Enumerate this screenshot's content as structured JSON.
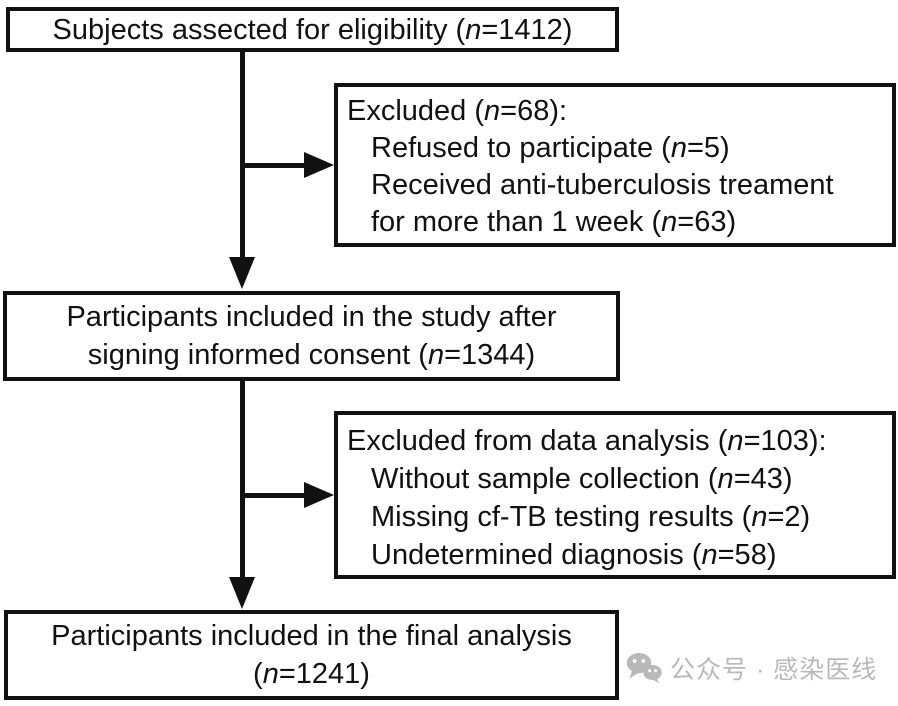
{
  "page": {
    "background_color": "#ffffff",
    "line_color": "#111111"
  },
  "flowchart": {
    "boxes": [
      {
        "name": "eligibility",
        "align": "center",
        "lines": [
          "Subjects assected for eligibility (n=1412)"
        ]
      },
      {
        "name": "excluded-screening",
        "align": "left",
        "lines": [
          "Excluded (n=68):",
          " Refused to participate (n=5)",
          " Received anti-tuberculosis treament",
          " for more than 1 week (n=63)"
        ]
      },
      {
        "name": "consent",
        "align": "center",
        "lines": [
          "Participants included in the study after",
          "signing informed consent (n=1344)"
        ]
      },
      {
        "name": "excluded-analysis",
        "align": "left",
        "lines": [
          "Excluded from data analysis (n=103):",
          " Without sample collection (n=43)",
          " Missing cf-TB testing results (n=2)",
          " Undetermined diagnosis (n=58)"
        ]
      },
      {
        "name": "final-analysis",
        "align": "center",
        "lines": [
          "Participants included in the final analysis",
          "(n=1241)"
        ]
      }
    ]
  },
  "watermark": {
    "icon": "wechat-logo-icon",
    "text": "公众号 · 感染医线",
    "color": "#b9b9b9"
  }
}
